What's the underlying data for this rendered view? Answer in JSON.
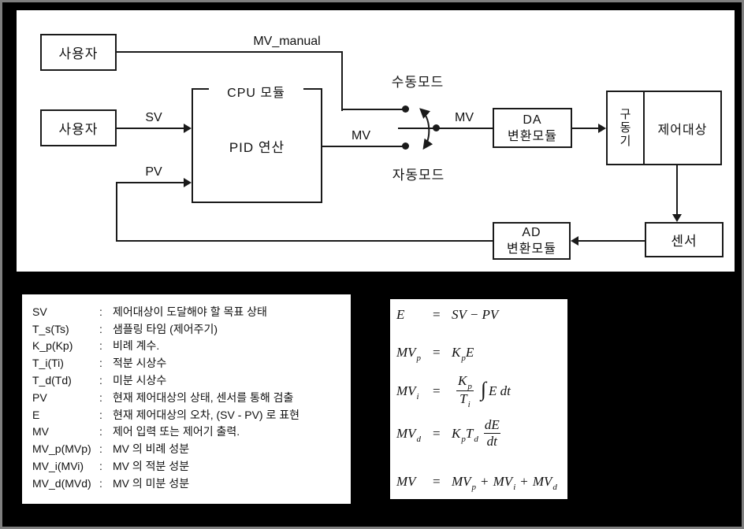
{
  "colors": {
    "background": "#000000",
    "frame": "#7f7f7f",
    "panel": "#ffffff",
    "line": "#1a1a1a",
    "text": "#111111"
  },
  "diagram": {
    "user1": "사용자",
    "user2": "사용자",
    "mv_manual": "MV_manual",
    "cpu_title": "CPU 모듈",
    "cpu_body": "PID 연산",
    "sv": "SV",
    "pv": "PV",
    "mv_out": "MV",
    "mv_after": "MV",
    "manual_mode": "수동모드",
    "auto_mode": "자동모드",
    "da": {
      "line1": "DA",
      "line2": "변환모듈"
    },
    "actuator": [
      "구",
      "동",
      "기"
    ],
    "plant": "제어대상",
    "sensor": "센서",
    "ad": {
      "line1": "AD",
      "line2": "변환모듈"
    }
  },
  "legend": {
    "colon": ":",
    "rows": [
      {
        "sym": "SV",
        "desc": "제어대상이 도달해야 할 목표 상태"
      },
      {
        "sym": "T_s(Ts)",
        "desc": "샘플링 타임 (제어주기)"
      },
      {
        "sym": "K_p(Kp)",
        "desc": "비례 계수."
      },
      {
        "sym": "T_i(Ti)",
        "desc": "적분 시상수"
      },
      {
        "sym": "T_d(Td)",
        "desc": "미분 시상수"
      },
      {
        "sym": "PV",
        "desc": "현재 제어대상의 상태, 센서를 통해 검출"
      },
      {
        "sym": "E",
        "desc": "현재 제어대상의 오차, (SV - PV) 로 표현"
      },
      {
        "sym": "MV",
        "desc": "제어 입력 또는 제어기 출력."
      },
      {
        "sym": "MV_p(MVp)",
        "desc": "MV 의 비례 성분"
      },
      {
        "sym": "MV_i(MVi)",
        "desc": "MV 의 적분 성분"
      },
      {
        "sym": "MV_d(MVd)",
        "desc": "MV 의 미분 성분"
      }
    ]
  },
  "equations": {
    "eq1": {
      "lhs": "E",
      "rel": "=",
      "rhs": "SV − PV"
    },
    "eq2": {
      "lhs": "MV",
      "lhs_sub": "p",
      "rel": "=",
      "r1": "K",
      "r1_sub": "p",
      "r2": "E"
    },
    "eq3": {
      "lhs": "MV",
      "lhs_sub": "i",
      "rel": "=",
      "num": "K",
      "num_sub": "p",
      "den": "T",
      "den_sub": "i",
      "integral": "∫",
      "tail": "E dt"
    },
    "eq4": {
      "lhs": "MV",
      "lhs_sub": "d",
      "rel": "=",
      "r1": "K",
      "r1_sub": "p",
      "r2": "T",
      "r2_sub": "d",
      "num": "dE",
      "den": "dt"
    },
    "eq5": {
      "lhs": "MV",
      "rel": "=",
      "t2": "MV",
      "t2_sub": "p",
      "p1": "+",
      "t3": "MV",
      "t3_sub": "i",
      "p2": "+",
      "t4": "MV",
      "t4_sub": "d"
    }
  }
}
